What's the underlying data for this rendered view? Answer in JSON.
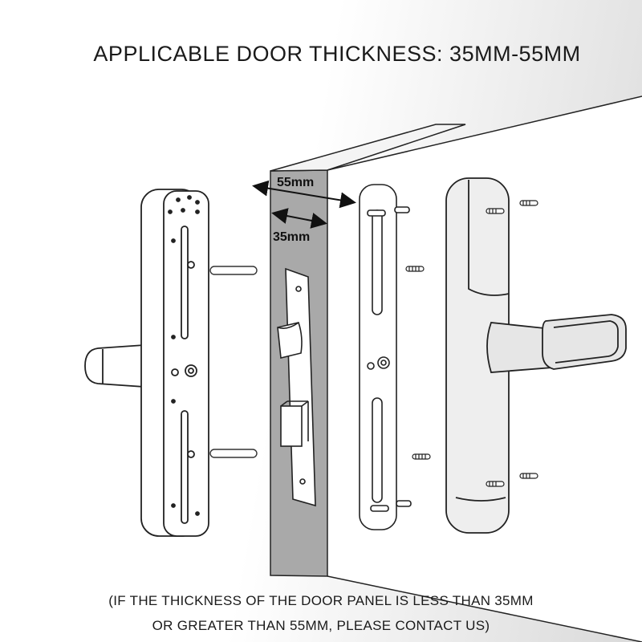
{
  "title": "APPLICABLE DOOR THICKNESS: 35MM-55MM",
  "dimensions": {
    "max": "55mm",
    "min": "35mm"
  },
  "note": {
    "line1": "(IF THE THICKNESS OF THE DOOR PANEL IS LESS THAN 35MM",
    "line2": "OR GREATER THAN 55MM, PLEASE CONTACT US)"
  },
  "colors": {
    "line": "#222222",
    "door_edge": "#a9a9a9",
    "panel_fill": "#eeeeee"
  }
}
